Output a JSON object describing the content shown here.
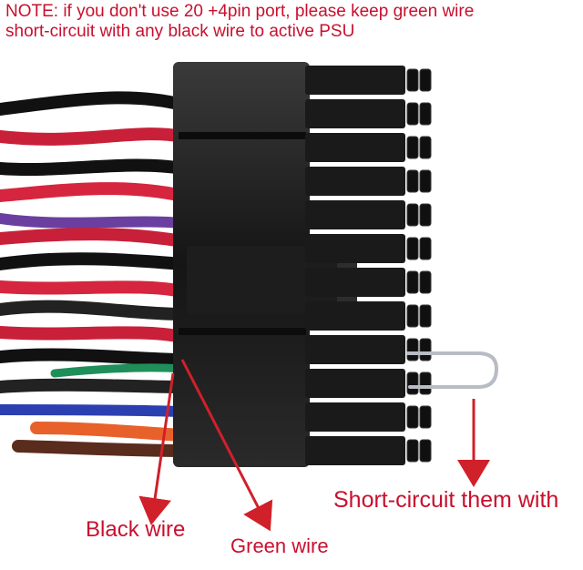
{
  "note": {
    "line1": "NOTE: if you don't use 20 +4pin port, please keep green wire",
    "line2": "short-circuit with any black wire to active PSU"
  },
  "labels": {
    "black_wire": "Black wire",
    "green_wire": "Green wire",
    "short_circuit": "Short-circuit them with"
  },
  "photo": {
    "subject": "ATX 24-pin power supply connector with a metal paperclip bridging two pins",
    "wire_colors": {
      "black": "#1a1a1a",
      "red": "#d6253e",
      "orange": "#e8612a",
      "green": "#1f8f5a",
      "blue": "#2c3fb0",
      "purple": "#6b3fa0",
      "brown": "#5a2c1e"
    },
    "connector_color": "#1e1e1e",
    "annotation_color": "#c8102e"
  }
}
